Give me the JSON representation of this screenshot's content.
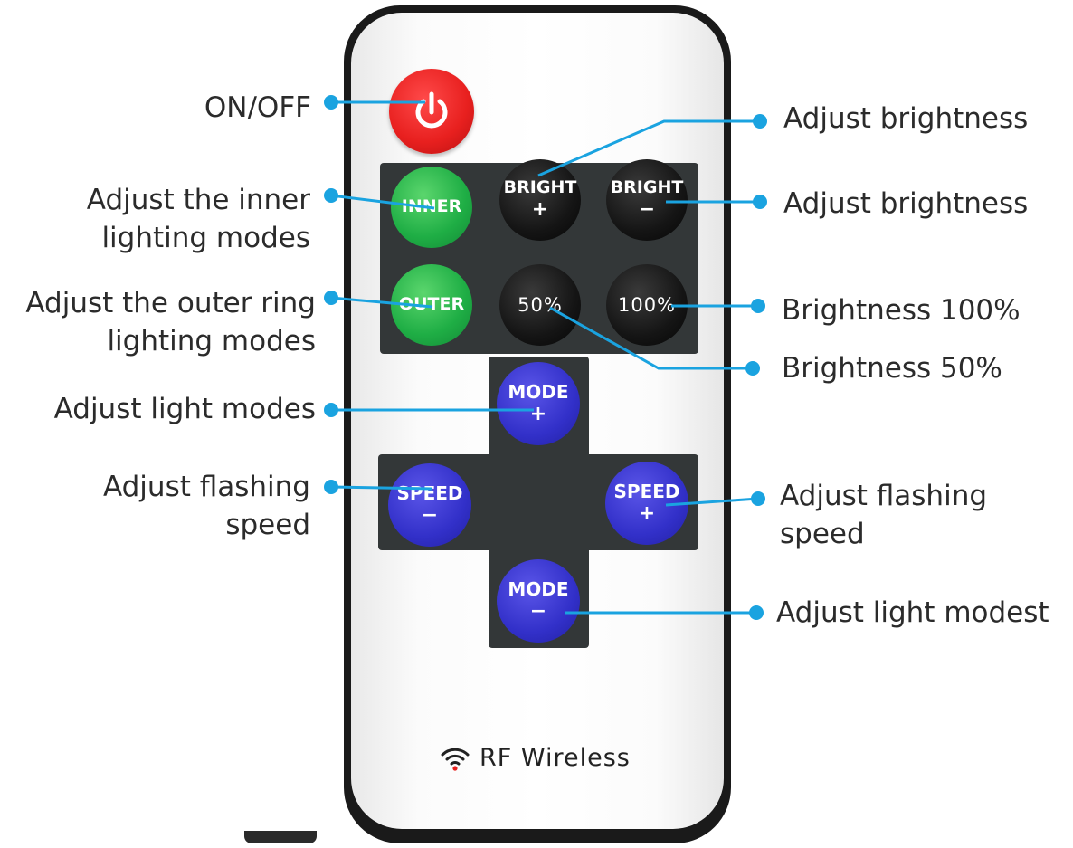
{
  "remote": {
    "buttons": {
      "power": {
        "icon": "power-icon"
      },
      "inner": {
        "label": "INNER"
      },
      "bright_up": {
        "line1": "BRIGHT",
        "line2": "+"
      },
      "bright_down": {
        "line1": "BRIGHT",
        "line2": "−"
      },
      "outer": {
        "label": "OUTER"
      },
      "fifty": {
        "label": "50%"
      },
      "hundred": {
        "label": "100%"
      },
      "mode_up": {
        "line1": "MODE",
        "line2": "+"
      },
      "speed_down": {
        "line1": "SPEED",
        "line2": "−"
      },
      "speed_up": {
        "line1": "SPEED",
        "line2": "+"
      },
      "mode_down": {
        "line1": "MODE",
        "line2": "−"
      }
    },
    "footer": {
      "icon": "wireless-signal-icon",
      "text": "RF Wireless"
    }
  },
  "callouts": {
    "on_off": {
      "line1": "ON/OFF"
    },
    "inner": {
      "line1": "Adjust the inner",
      "line2": "lighting modes"
    },
    "outer": {
      "line1": "Adjust the outer ring",
      "line2": "lighting modes"
    },
    "light_modes": {
      "line1": "Adjust light modes"
    },
    "flash_left": {
      "line1": "Adjust flashing",
      "line2": "speed"
    },
    "bright_up": {
      "line1": "Adjust brightness"
    },
    "bright_down": {
      "line1": "Adjust brightness"
    },
    "b100": {
      "line1": "Brightness 100%"
    },
    "b50": {
      "line1": "Brightness 50%"
    },
    "flash_right": {
      "line1": "Adjust flashing",
      "line2": "speed"
    },
    "modest": {
      "line1": "Adjust light modest"
    }
  },
  "colors": {
    "callout_line": "#1aa3e0",
    "power_red": "#e8201f",
    "green_button": "#1fae45",
    "blue_button": "#3230c9",
    "black_button": "#151515",
    "panel": "#333738"
  }
}
